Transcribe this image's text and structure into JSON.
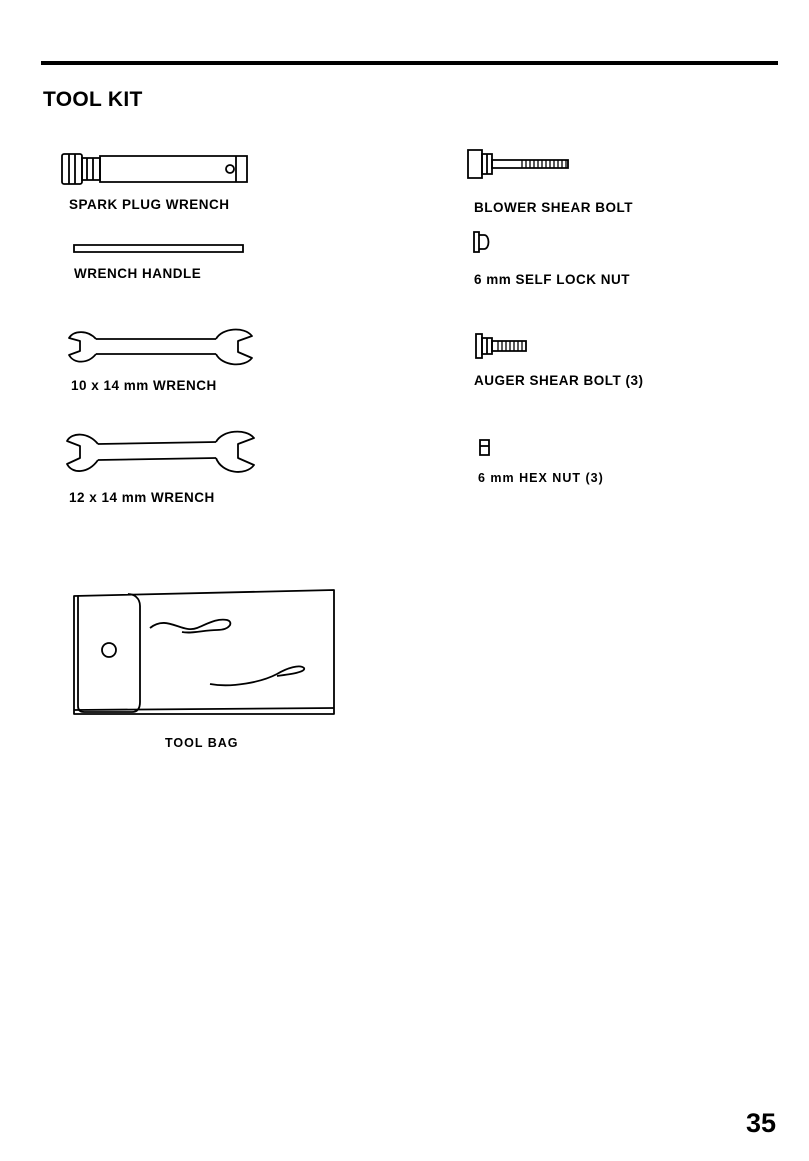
{
  "header": {
    "title": "TOOL KIT"
  },
  "tools": {
    "spark_plug_wrench": "SPARK PLUG WRENCH",
    "wrench_handle": "WRENCH HANDLE",
    "wrench_10x14": "10 x 14 mm WRENCH",
    "wrench_12x14": "12 x 14 mm WRENCH",
    "tool_bag": "TOOL BAG"
  },
  "hardware": {
    "blower_shear_bolt": "BLOWER SHEAR BOLT",
    "self_lock_nut": "6 mm SELF LOCK NUT",
    "auger_shear_bolt": "AUGER SHEAR BOLT (3)",
    "hex_nut": "6 mm HEX NUT (3)"
  },
  "footer": {
    "page_number": "35"
  }
}
